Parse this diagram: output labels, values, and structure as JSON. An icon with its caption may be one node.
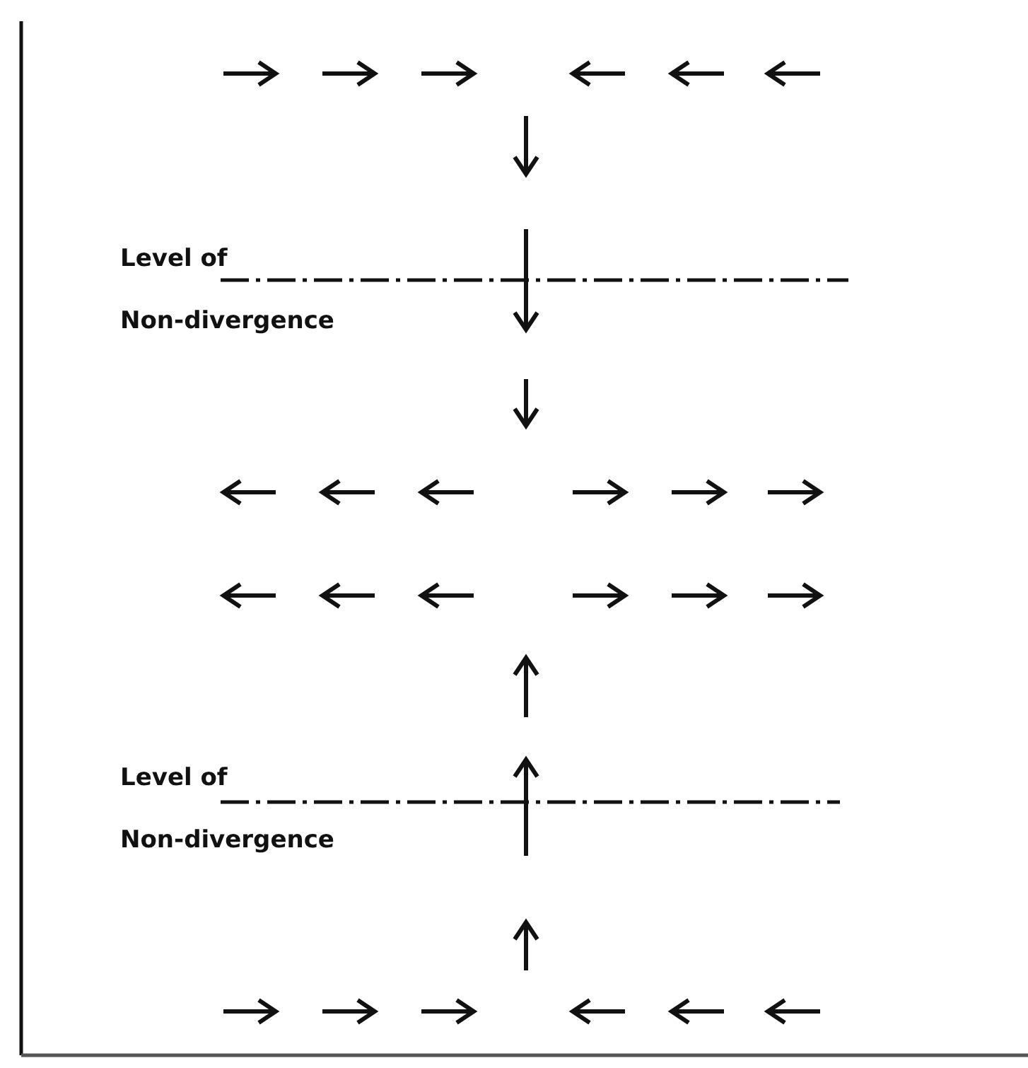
{
  "diagram": {
    "labels": [
      "Level of",
      "Non-divergence",
      "Level of",
      "Non-divergence"
    ]
  }
}
